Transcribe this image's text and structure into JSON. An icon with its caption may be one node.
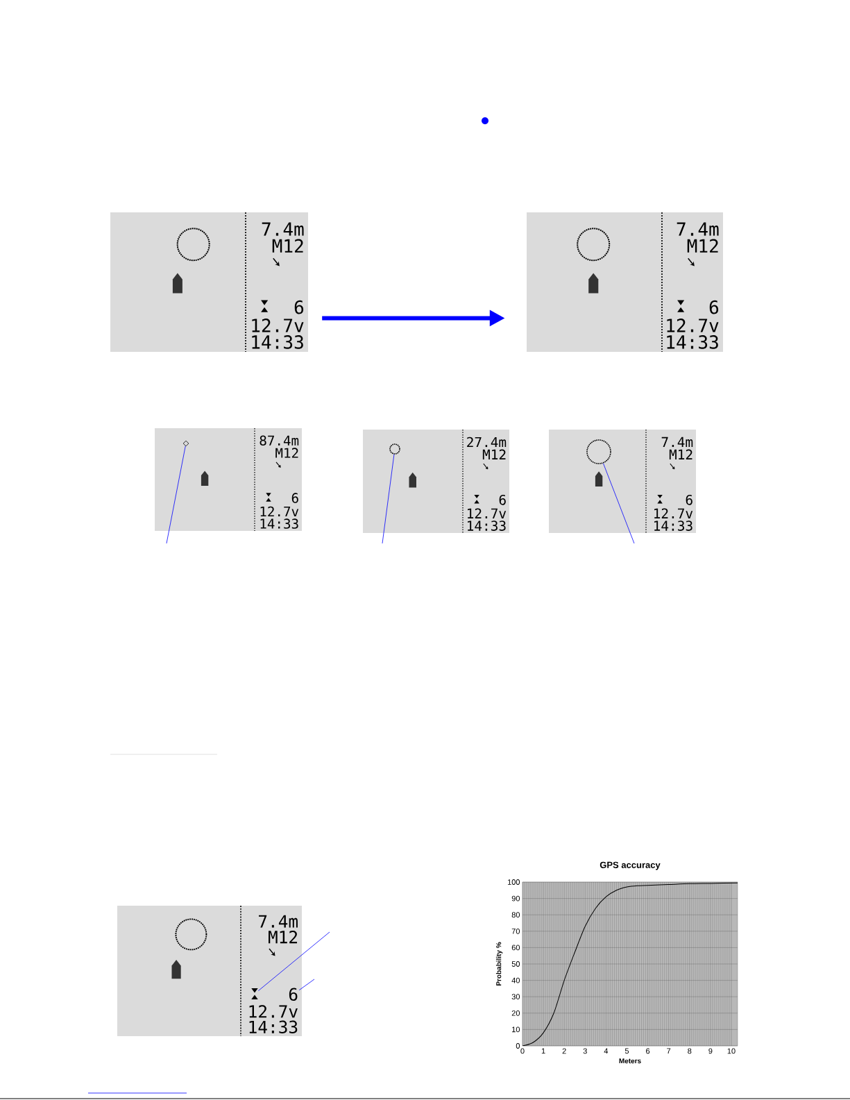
{
  "diagram": {
    "nodes": [
      {
        "text": [
          "7.4m",
          "M12",
          "6",
          "12.7v",
          "14:33"
        ]
      },
      {
        "text": [
          "7.4m",
          "M12",
          "6",
          "12.7v",
          "14:33"
        ]
      },
      {
        "text": [
          "87.4m",
          "M12",
          "6",
          "12.7v",
          "14:33"
        ]
      },
      {
        "text": [],
        "shape": "diamond",
        "in": 2
      },
      {
        "text": [
          "27.4m",
          "M12",
          "6",
          "12.7v",
          "14:33"
        ]
      },
      {
        "text": [],
        "shape": "circle",
        "in": 4
      },
      {
        "text": [
          "7.4m",
          "M12",
          "6",
          "12.7v",
          "14:33"
        ]
      },
      {
        "text": [],
        "shape": "circle",
        "in": 6
      },
      {
        "text": [
          "7.4m",
          "M12",
          "12.7v",
          "14:33"
        ]
      },
      {
        "text": [],
        "shape": "triangle",
        "in": 8
      },
      {
        "text": [
          "6"
        ],
        "in": 8
      }
    ],
    "edges": [
      {
        "from": 0,
        "to": 1,
        "arrow": "to",
        "style": "thick"
      },
      {
        "from": null,
        "to": 3,
        "arrow": "none"
      },
      {
        "from": null,
        "to": 5,
        "arrow": "none"
      },
      {
        "from": null,
        "to": 7,
        "arrow": "none"
      },
      {
        "from": null,
        "to": 9,
        "arrow": "none"
      },
      {
        "from": null,
        "to": 10,
        "arrow": "none"
      }
    ],
    "chart_data": {
      "type": "line",
      "title": "GPS accuracy",
      "xlabel": "Meters",
      "ylabel": "Probability %",
      "x": [
        0,
        0.5,
        1,
        1.5,
        2,
        2.5,
        3,
        3.5,
        4,
        4.5,
        5,
        5.5,
        6,
        7,
        8,
        9,
        10.3
      ],
      "series": [
        {
          "color": "#000000",
          "values": [
            0,
            2,
            8,
            20,
            40,
            57,
            73,
            84,
            91,
            95,
            97,
            97.8,
            98,
            98.5,
            99,
            99.2,
            99.5
          ]
        }
      ],
      "xlim": [
        0,
        10.3
      ],
      "ylim": [
        0,
        100
      ],
      "grid": true,
      "xticks": [
        0,
        1,
        2,
        3,
        4,
        5,
        6,
        7,
        8,
        9,
        10
      ],
      "yticks": [
        0,
        10,
        20,
        30,
        40,
        50,
        60,
        70,
        80,
        90,
        100
      ]
    }
  }
}
